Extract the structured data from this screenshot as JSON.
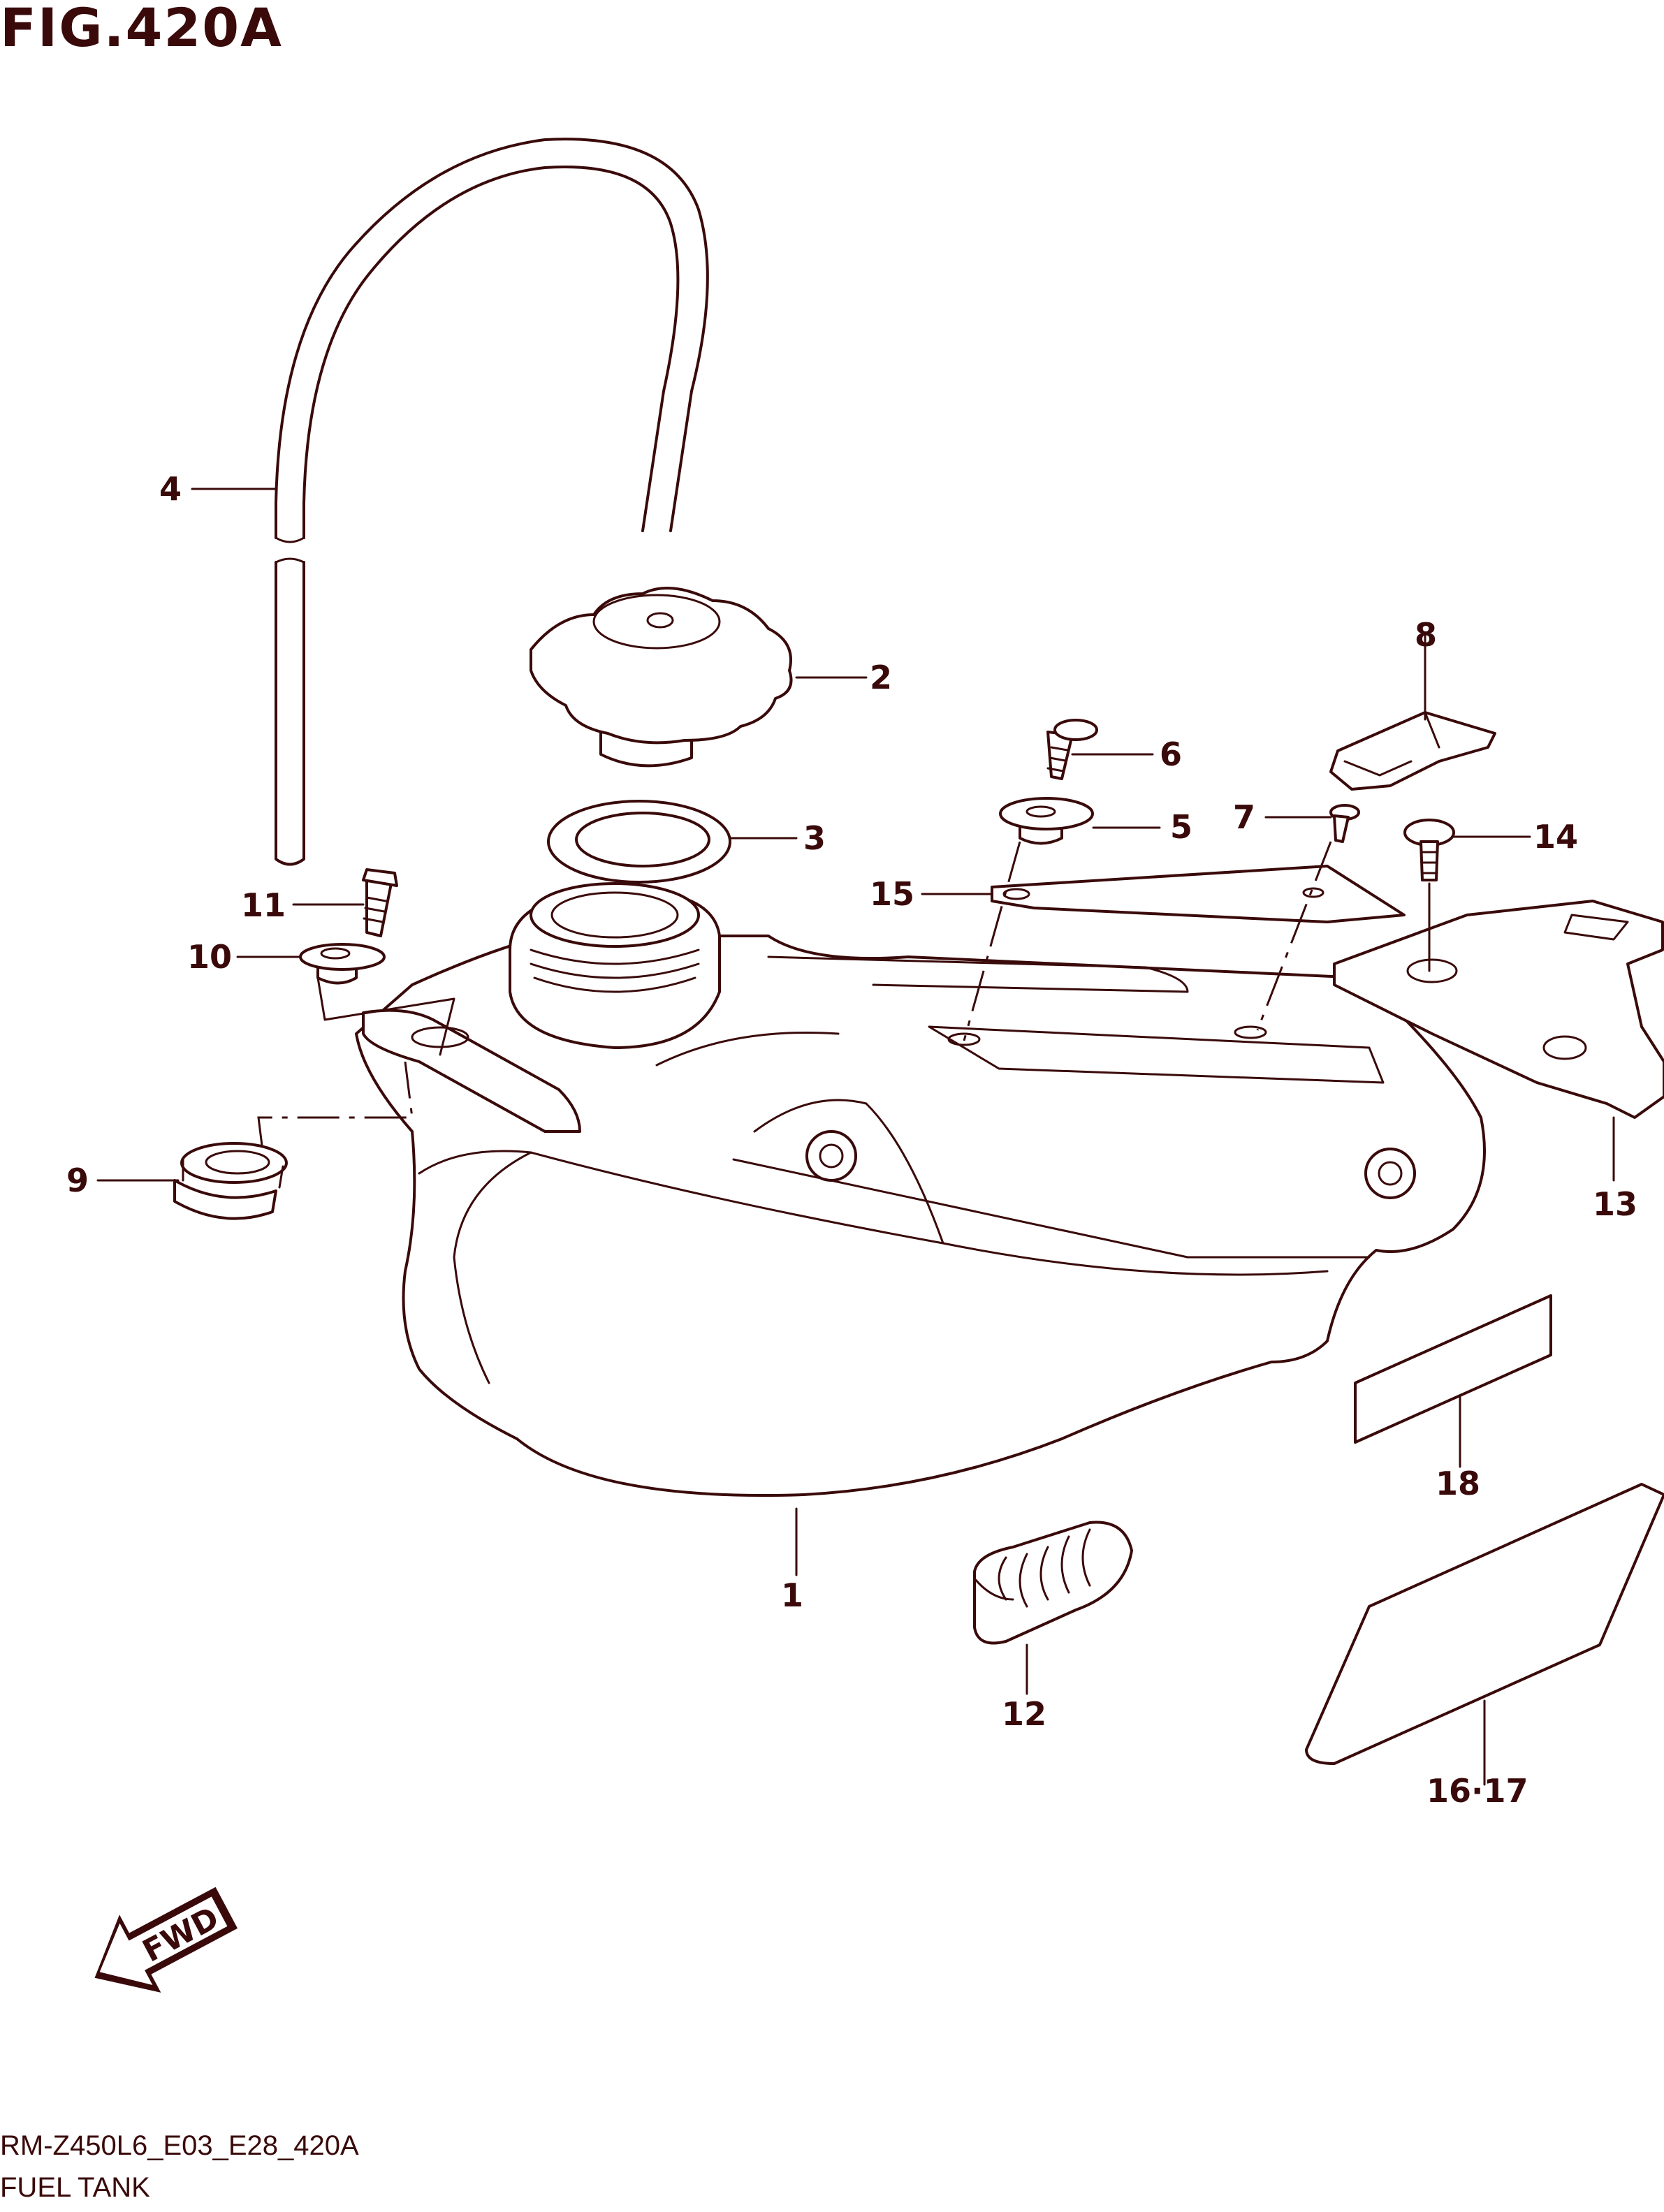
{
  "figure": {
    "title": "FIG.420A",
    "model_code": "RM-Z450L6_E03_E28_420A",
    "name": "FUEL TANK"
  },
  "callouts": {
    "c1": "1",
    "c2": "2",
    "c3": "3",
    "c4": "4",
    "c5": "5",
    "c6": "6",
    "c7": "7",
    "c8": "8",
    "c9": "9",
    "c10": "10",
    "c11": "11",
    "c12": "12",
    "c13": "13",
    "c14": "14",
    "c15": "15",
    "c16_17": "16·17",
    "c18": "18"
  },
  "direction_arrow": {
    "label": "FWD"
  },
  "colors": {
    "line": "#3a0a0a",
    "background": "#ffffff"
  }
}
